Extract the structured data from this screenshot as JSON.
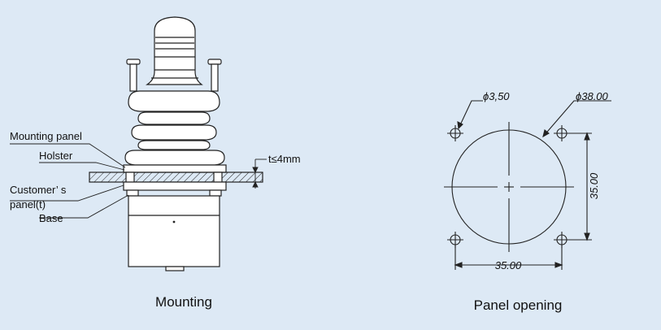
{
  "mounting": {
    "caption": "Mounting",
    "labels": {
      "mounting_panel": "Mounting panel",
      "holster": "Holster",
      "customers_line1": "Customer’ s",
      "customers_line2": "panel(t)",
      "base": "Base",
      "thickness": "t≤4mm"
    }
  },
  "panel_opening": {
    "caption": "Panel opening",
    "hole_diameter": "ϕ3,50",
    "opening_diameter": "ϕ38.00",
    "vertical_spacing": "35.00",
    "horizontal_spacing": "35.00"
  },
  "colors": {
    "background": "#dde9f5",
    "line": "#222222"
  }
}
